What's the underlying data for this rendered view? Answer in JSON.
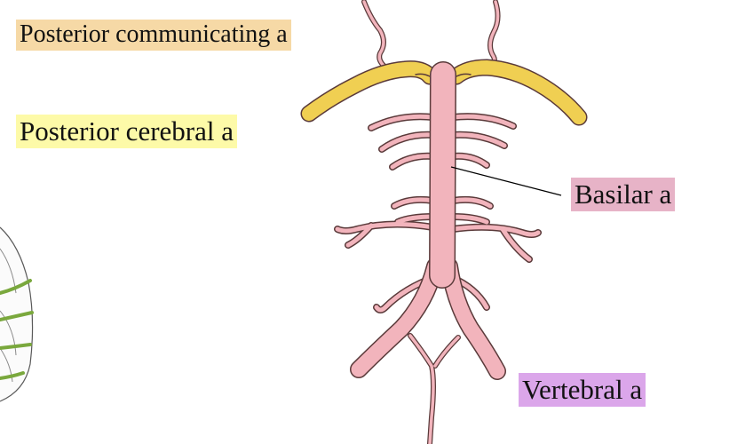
{
  "labels": {
    "posterior_communicating": {
      "text": "Posterior communicating a",
      "bg": "#f6d9a6"
    },
    "posterior_cerebral": {
      "text": "Posterior cerebral a",
      "bg": "#fdfaa8"
    },
    "basilar": {
      "text": "Basilar a",
      "bg": "#e7b3c7"
    },
    "vertebral": {
      "text": "Vertebral a",
      "bg": "#dba6ea"
    }
  },
  "colors": {
    "artery_fill": "#f2b4bc",
    "artery_outline": "#5a3a3a",
    "posterior_cerebral_fill": "#f0cf52",
    "nerve_fill": "#7aa83d",
    "leader_line": "#000000"
  }
}
